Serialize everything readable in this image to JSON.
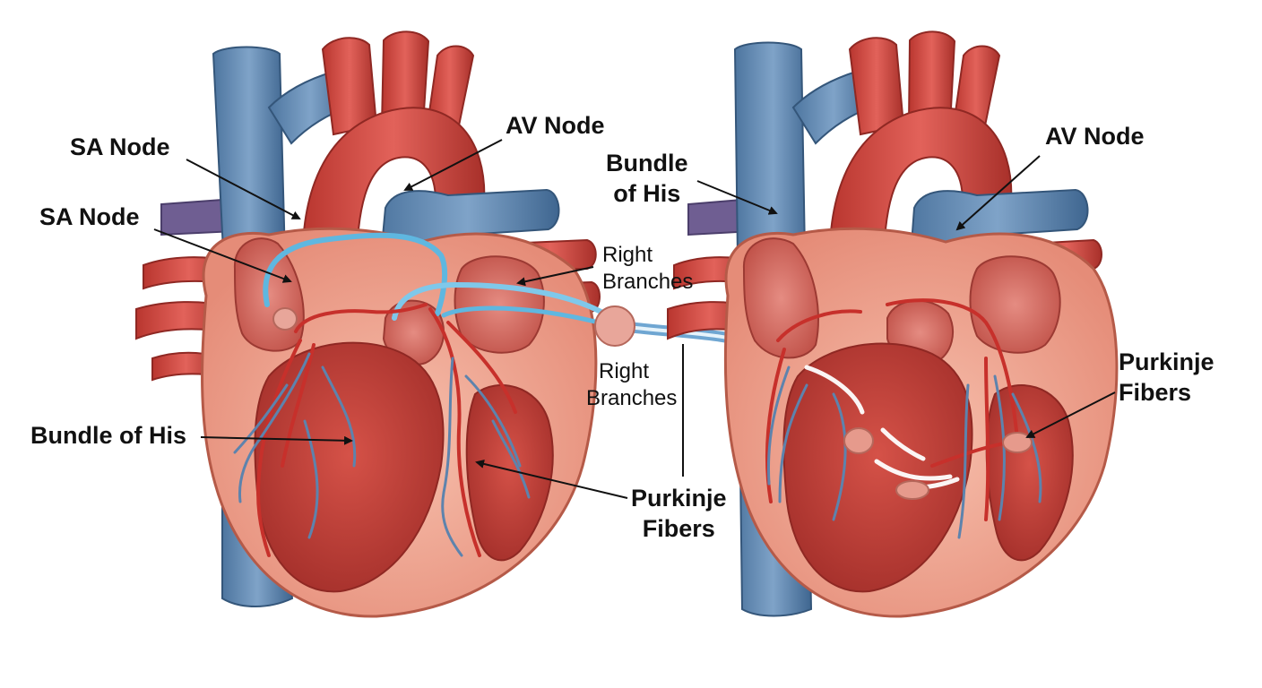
{
  "colors": {
    "vein": "#5e86b0",
    "vein_dark": "#3f6690",
    "artery": "#d2483f",
    "artery_dark": "#a8302a",
    "muscle_outer": "#f2a893",
    "muscle_inner": "#c5413a",
    "conduction_blue": "#5fb7e0",
    "node_pink": "#e8a69a",
    "pulmonary_purple": "#6f5e92",
    "label_text": "#111111"
  },
  "left_heart": {
    "labels": {
      "sa_node_top": "SA Node",
      "sa_node_mid": "SA Node",
      "av_node": "AV Node",
      "bundle_of_his": "Bundle of His",
      "right_branches_top_line1": "Right",
      "right_branches_top_line2": "Branches",
      "right_branches_bottom_line1": "Right",
      "right_branches_bottom_line2": "Branches",
      "purkinje_line1": "Purkinje",
      "purkinje_line2": "Fibers"
    }
  },
  "right_heart": {
    "labels": {
      "bundle_line1": "Bundle",
      "bundle_line2": "of His",
      "av_node": "AV Node",
      "purkinje_line1": "Purkinje",
      "purkinje_line2": "Fibers"
    }
  }
}
